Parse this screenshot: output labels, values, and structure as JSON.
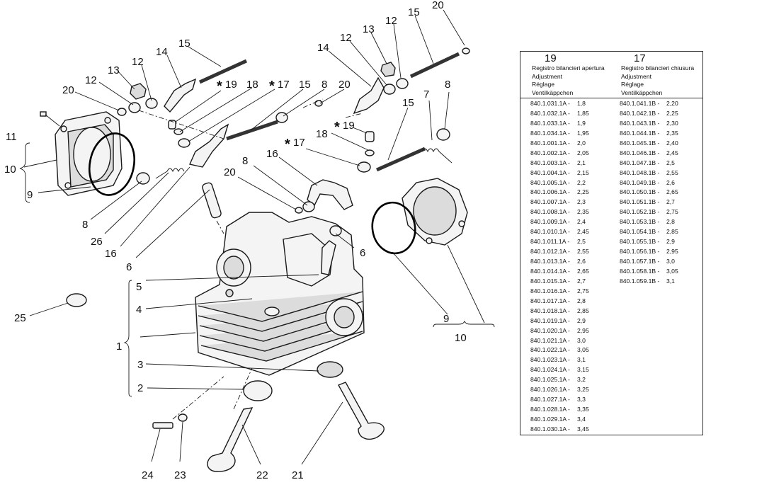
{
  "callouts": {
    "c1": "1",
    "c2": "2",
    "c3": "3",
    "c4": "4",
    "c5": "5",
    "c6a": "6",
    "c6b": "6",
    "c7": "7",
    "c8a": "8",
    "c8b": "8",
    "c8c": "8",
    "c8d": "8",
    "c9a": "9",
    "c9b": "9",
    "c10a": "10",
    "c10b": "10",
    "c11": "11",
    "c12a": "12",
    "c12b": "12",
    "c12c": "12",
    "c12d": "12",
    "c13a": "13",
    "c13b": "13",
    "c14a": "14",
    "c14b": "14",
    "c15a": "15",
    "c15b": "15",
    "c15c": "15",
    "c15d": "15",
    "c16a": "16",
    "c16b": "16",
    "c17a": "17",
    "c17b": "17",
    "c18a": "18",
    "c18b": "18",
    "c19a": "19",
    "c19b": "19",
    "c20a": "20",
    "c20b": "20",
    "c20c": "20",
    "c20d": "20",
    "c21": "21",
    "c22": "22",
    "c23": "23",
    "c24": "24",
    "c25": "25",
    "c26": "26",
    "star": "*"
  },
  "table": {
    "col19": {
      "number": "19",
      "desc": [
        "Registro bilancieri apertura",
        "Adjustment",
        "Réglage",
        "Ventilkäppchen"
      ],
      "rows": [
        {
          "code": "840.1.031.1A -",
          "val": "1,8"
        },
        {
          "code": "840.1.032.1A -",
          "val": "1,85"
        },
        {
          "code": "840.1.033.1A -",
          "val": "1,9"
        },
        {
          "code": "840.1.034.1A -",
          "val": "1,95"
        },
        {
          "code": "840.1.001.1A -",
          "val": "2,0"
        },
        {
          "code": "840.1.002.1A -",
          "val": "2,05"
        },
        {
          "code": "840.1.003.1A -",
          "val": "2,1"
        },
        {
          "code": "840.1.004.1A -",
          "val": "2,15"
        },
        {
          "code": "840.1.005.1A -",
          "val": "2,2"
        },
        {
          "code": "840.1.006.1A -",
          "val": "2,25"
        },
        {
          "code": "840.1.007.1A -",
          "val": "2,3"
        },
        {
          "code": "840.1.008.1A -",
          "val": "2,35"
        },
        {
          "code": "840.1.009.1A -",
          "val": "2,4"
        },
        {
          "code": "840.1.010.1A -",
          "val": "2,45"
        },
        {
          "code": "840.1.011.1A -",
          "val": "2,5"
        },
        {
          "code": "840.1.012.1A -",
          "val": "2,55"
        },
        {
          "code": "840.1.013.1A -",
          "val": "2,6"
        },
        {
          "code": "840.1.014.1A -",
          "val": "2,65"
        },
        {
          "code": "840.1.015.1A -",
          "val": "2,7"
        },
        {
          "code": "840.1.016.1A -",
          "val": "2,75"
        },
        {
          "code": "840.1.017.1A -",
          "val": "2,8"
        },
        {
          "code": "840.1.018.1A -",
          "val": "2,85"
        },
        {
          "code": "840.1.019.1A -",
          "val": "2,9"
        },
        {
          "code": "840.1.020.1A -",
          "val": "2,95"
        },
        {
          "code": "840.1.021.1A -",
          "val": "3,0"
        },
        {
          "code": "840.1.022.1A -",
          "val": "3,05"
        },
        {
          "code": "840.1.023.1A -",
          "val": "3,1"
        },
        {
          "code": "840.1.024.1A -",
          "val": "3,15"
        },
        {
          "code": "840.1.025.1A -",
          "val": "3,2"
        },
        {
          "code": "840.1.026.1A -",
          "val": "3,25"
        },
        {
          "code": "840.1.027.1A -",
          "val": "3,3"
        },
        {
          "code": "840.1.028.1A -",
          "val": "3,35"
        },
        {
          "code": "840.1.029.1A -",
          "val": "3,4"
        },
        {
          "code": "840.1.030.1A -",
          "val": "3,45"
        }
      ]
    },
    "col17": {
      "number": "17",
      "desc": [
        "Registro bilancieri chiusura",
        "Adjustment",
        "Réglage",
        "Ventilkäppchen"
      ],
      "rows": [
        {
          "code": "840.1.041.1B -",
          "val": "2,20"
        },
        {
          "code": "840.1.042.1B -",
          "val": "2,25"
        },
        {
          "code": "840.1.043.1B -",
          "val": "2,30"
        },
        {
          "code": "840.1.044.1B -",
          "val": "2,35"
        },
        {
          "code": "840.1.045.1B -",
          "val": "2,40"
        },
        {
          "code": "840.1.046.1B -",
          "val": "2,45"
        },
        {
          "code": "840.1.047.1B -",
          "val": "2,5"
        },
        {
          "code": "840.1.048.1B -",
          "val": "2,55"
        },
        {
          "code": "840.1.049.1B -",
          "val": "2,6"
        },
        {
          "code": "840.1.050.1B -",
          "val": "2,65"
        },
        {
          "code": "840.1.051.1B -",
          "val": "2,7"
        },
        {
          "code": "840.1.052.1B -",
          "val": "2,75"
        },
        {
          "code": "840.1.053.1B -",
          "val": "2,8"
        },
        {
          "code": "840.1.054.1B -",
          "val": "2,85"
        },
        {
          "code": "840.1.055.1B -",
          "val": "2,9"
        },
        {
          "code": "840.1.056.1B -",
          "val": "2,95"
        },
        {
          "code": "840.1.057.1B -",
          "val": "3,0"
        },
        {
          "code": "840.1.058.1B -",
          "val": "3,05"
        },
        {
          "code": "840.1.059.1B -",
          "val": "3,1"
        }
      ]
    }
  }
}
